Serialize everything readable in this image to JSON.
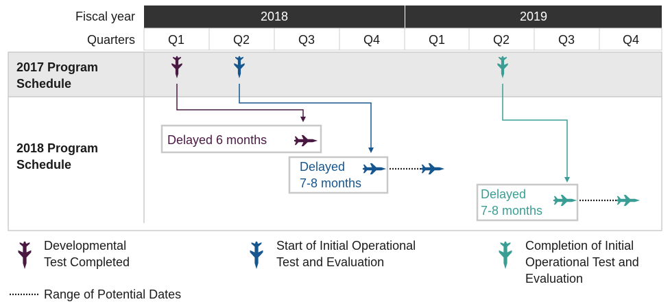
{
  "header": {
    "fiscal_year_label": "Fiscal year",
    "quarters_label": "Quarters",
    "years": [
      "2018",
      "2019"
    ],
    "quarters": [
      "Q1",
      "Q2",
      "Q3",
      "Q4",
      "Q1",
      "Q2",
      "Q3",
      "Q4"
    ]
  },
  "rows": {
    "schedule_2017": [
      "2017 Program",
      "Schedule"
    ],
    "schedule_2018": [
      "2018 Program",
      "Schedule"
    ]
  },
  "delays": {
    "developmental": "Delayed 6 months",
    "iote_start": [
      "Delayed",
      "7-8 months"
    ],
    "iote_completion": [
      "Delayed",
      "7-8 months"
    ]
  },
  "legend": {
    "developmental": [
      "Developmental",
      "Test Completed"
    ],
    "iote_start": [
      "Start of Initial Operational",
      "Test and Evaluation"
    ],
    "iote_completion": [
      "Completion of Initial",
      "Operational Test and",
      "Evaluation"
    ],
    "range": "Range of Potential Dates"
  },
  "colors": {
    "header_bg": "#333333",
    "row_2017_bg": "#e8e8e8",
    "grid_line": "#cccccc",
    "developmental": "#4a1942",
    "iote_start": "#15568f",
    "iote_completion": "#3a9e94"
  },
  "icons": {
    "developmental": "fighter-jet-icon",
    "iote_start": "fighter-jet-icon",
    "iote_completion": "fighter-jet-icon",
    "range": "dotted-line-icon"
  }
}
